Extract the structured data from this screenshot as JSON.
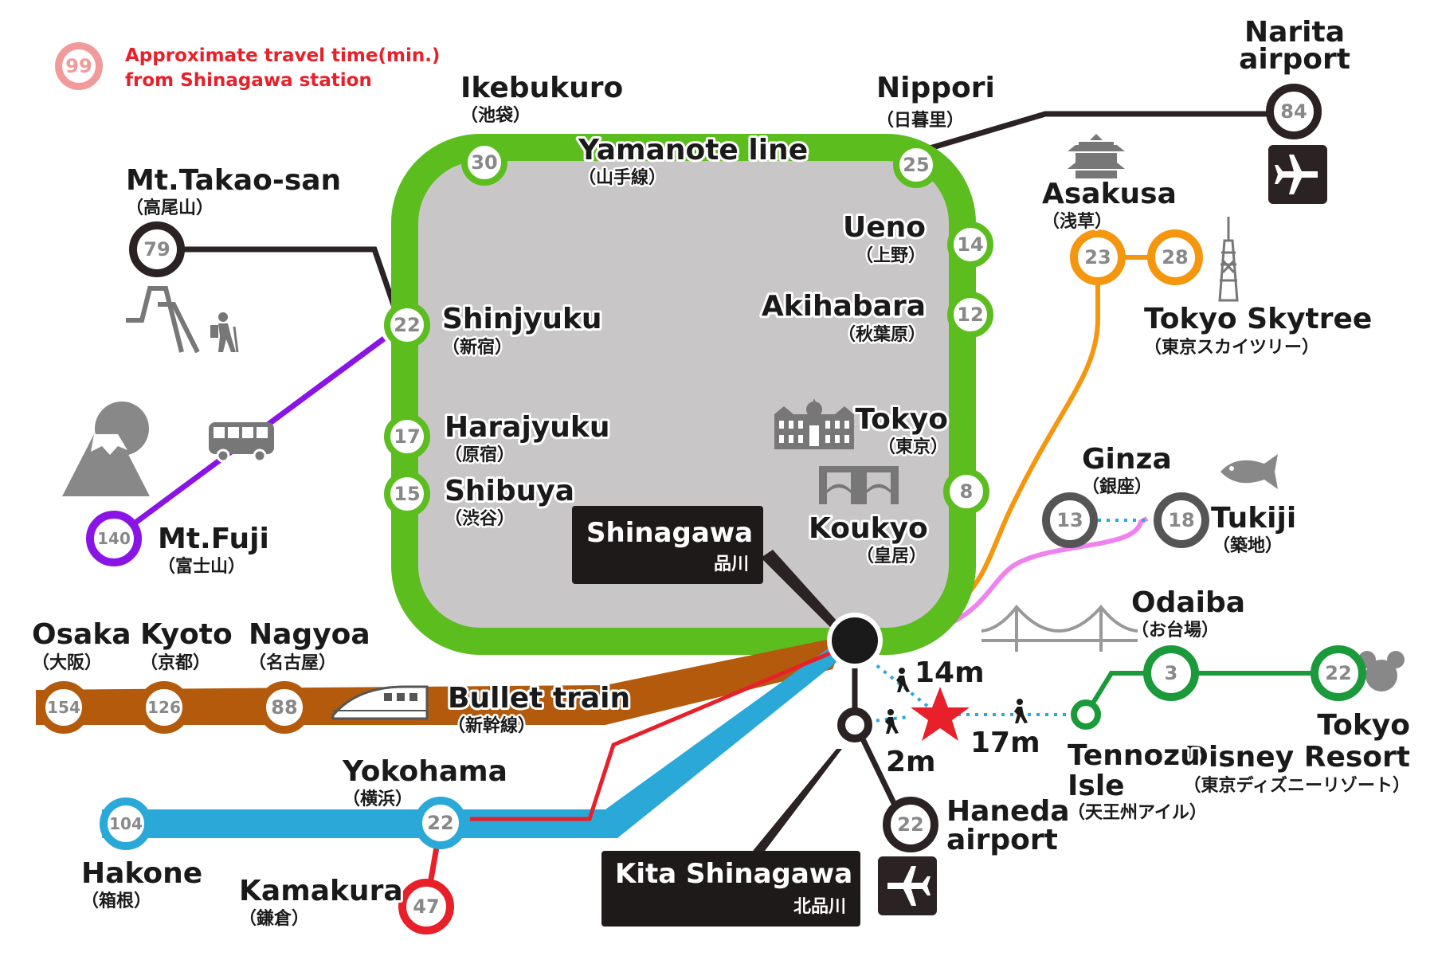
{
  "legend": {
    "sample_number": "99",
    "line1": "Approximate travel time(min.)",
    "line2": "from Shinagawa station"
  },
  "yamanote": {
    "name": "Yamanote line",
    "name_jp": "（山手線）",
    "color": "#5cbd1f",
    "inner_color": "#c8c6c7"
  },
  "stations": {
    "ikebukuro": {
      "name": "Ikebukuro",
      "jp": "（池袋）",
      "minutes": "30"
    },
    "nippori": {
      "name": "Nippori",
      "jp": "（日暮里）",
      "minutes": "25"
    },
    "ueno": {
      "name": "Ueno",
      "jp": "（上野）",
      "minutes": "14"
    },
    "akihabara": {
      "name": "Akihabara",
      "jp": "（秋葉原）",
      "minutes": "12"
    },
    "tokyo": {
      "name": "Tokyo",
      "jp": "（東京）"
    },
    "koukyo": {
      "name": "Koukyo",
      "jp": "（皇居）",
      "minutes": "8"
    },
    "shinjyuku": {
      "name": "Shinjyuku",
      "jp": "（新宿）",
      "minutes": "22"
    },
    "harajyuku": {
      "name": "Harajyuku",
      "jp": "（原宿）",
      "minutes": "17"
    },
    "shibuya": {
      "name": "Shibuya",
      "jp": "（渋谷）",
      "minutes": "15"
    },
    "takao": {
      "name": "Mt.Takao-san",
      "jp": "（高尾山）",
      "minutes": "79"
    },
    "fuji": {
      "name": "Mt.Fuji",
      "jp": "（富士山）",
      "minutes": "140"
    },
    "narita": {
      "name1": "Narita",
      "name2": "airport",
      "minutes": "84"
    },
    "asakusa": {
      "name": "Asakusa",
      "jp": "（浅草）",
      "minutes": "23"
    },
    "skytree": {
      "name": "Tokyo Skytree",
      "jp": "（東京スカイツリー）",
      "minutes": "28"
    },
    "ginza": {
      "name": "Ginza",
      "jp": "（銀座）",
      "minutes": "13"
    },
    "tukiji": {
      "name": "Tukiji",
      "jp": "（築地）",
      "minutes": "18"
    },
    "odaiba": {
      "name": "Odaiba",
      "jp": "（お台場）",
      "minutes": "3"
    },
    "disney": {
      "name1": "Tokyo",
      "name2": "Disney Resort",
      "jp": "（東京ディズニーリゾート）",
      "minutes": "22"
    },
    "tennozu": {
      "name1": "Tennozu",
      "name2": "Isle",
      "jp": "（天王州アイル）"
    },
    "haneda": {
      "name1": "Haneda",
      "name2": "airport",
      "minutes": "22"
    },
    "osaka": {
      "name": "Osaka",
      "jp": "（大阪）",
      "minutes": "154"
    },
    "kyoto": {
      "name": "Kyoto",
      "jp": "（京都）",
      "minutes": "126"
    },
    "nagoya": {
      "name": "Nagyoa",
      "jp": "（名古屋）",
      "minutes": "88"
    },
    "yokohama": {
      "name": "Yokohama",
      "jp": "（横浜）",
      "minutes": "22"
    },
    "hakone": {
      "name": "Hakone",
      "jp": "（箱根）",
      "minutes": "104"
    },
    "kamakura": {
      "name": "Kamakura",
      "jp": "（鎌倉）",
      "minutes": "47"
    }
  },
  "hubs": {
    "shinagawa": {
      "name": "Shinagawa",
      "jp": "品川"
    },
    "kita_shinagawa": {
      "name": "Kita Shinagawa",
      "jp": "北品川"
    }
  },
  "bullet_train": {
    "name": "Bullet train",
    "jp": "（新幹線）",
    "color": "#b35a0d"
  },
  "walking": {
    "to_star": "14m",
    "to_tennozu": "17m",
    "to_kita": "2m"
  },
  "colors": {
    "yamanote": "#5cbd1f",
    "bullet": "#b35a0d",
    "yokosuka": "#2aa8d8",
    "keikyu": "#e8202a",
    "chuo_bus": "#8a14e6",
    "asakusa": "#f5960f",
    "ginza_line": "#ee82ee",
    "rinkai": "#1a9a3a",
    "dark": "#2b2224",
    "legend": "#f19a9a",
    "star": "#e8202a",
    "gray_circle": "#555555"
  },
  "icons": {
    "airplane": "airplane-icon",
    "bus": "bus-icon",
    "mountain": "mountain-icon",
    "hiker": "hiker-icon",
    "shinkansen": "shinkansen-icon",
    "tokyo_station_building": "tokyo-station-icon",
    "bridge": "bridge-icon",
    "fish": "fish-icon",
    "skytree": "skytree-icon",
    "temple": "temple-icon",
    "star": "star-icon",
    "mouse": "mouse-icon"
  }
}
